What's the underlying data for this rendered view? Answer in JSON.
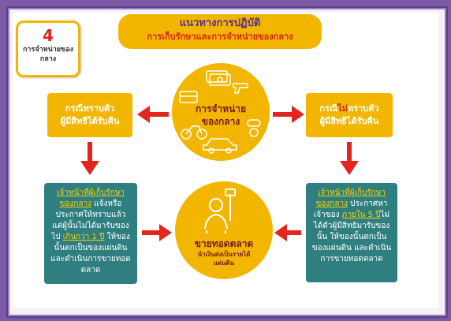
{
  "badge": {
    "number": "4",
    "text": "การจำหน่ายของกลาง"
  },
  "title": {
    "line1": "แนวทางการปฏิบัติ",
    "line2": "การเก็บรักษาและการจำหน่ายของกลาง"
  },
  "left_top": {
    "line1": "กรณีทราบตัว",
    "line2": "ผู้มีสิทธิได้รับคืน"
  },
  "right_top": {
    "pre": "กรณี",
    "highlight": "ไม่",
    "post": "ทราบตัว",
    "line2": "ผู้มีสิทธิได้รับคืน"
  },
  "center_top": {
    "text": "การจำหน่าย ของกลาง",
    "line1": "การจำหน่าย",
    "line2": "ของกลาง"
  },
  "center_bottom": {
    "line1": "ขายทอดตลาด",
    "line2": "นำเงินส่งเป็นรายได้",
    "line3": "แผ่นดิน"
  },
  "left_bottom": {
    "hl1": "เจ้าหน้าที่ผู้เก็บรักษา",
    "hl2": "ของกลาง",
    "t1": " แจ้งหรือ",
    "t2": "ประกาศให้ทราบแล้ว",
    "t3": "แต่ผู้นั้นไม่ได้มารับของ",
    "t4": "ไป ",
    "red": "เกินกว่า 1 ปี",
    "t5": " ให้ของ",
    "t6": "นั้นตกเป็นของแผ่นดิน",
    "t7": "และดำเนินการขายทอด",
    "t8": "ตลาด"
  },
  "right_bottom": {
    "hl1": "เจ้าหน้าที่ผู้เก็บรักษา",
    "hl2": "ของกลาง",
    "t1": " ประกาศหา",
    "t2": "เจ้าของ ",
    "y1": "ภายใน 5 ปี",
    "t3": "ไม่",
    "t4": "ได้ตัวผู้มีสิทธิมารับของ",
    "t5": "นั้น ให้ของนั้นตกเป็น",
    "t6": "ของแผ่นดิน และดำเนิน",
    "t7": "การขายทอดตลาด"
  },
  "colors": {
    "yellow": "#f2b600",
    "teal": "#2f7f80",
    "red": "#d9231f",
    "purple": "#5a2f8a"
  }
}
